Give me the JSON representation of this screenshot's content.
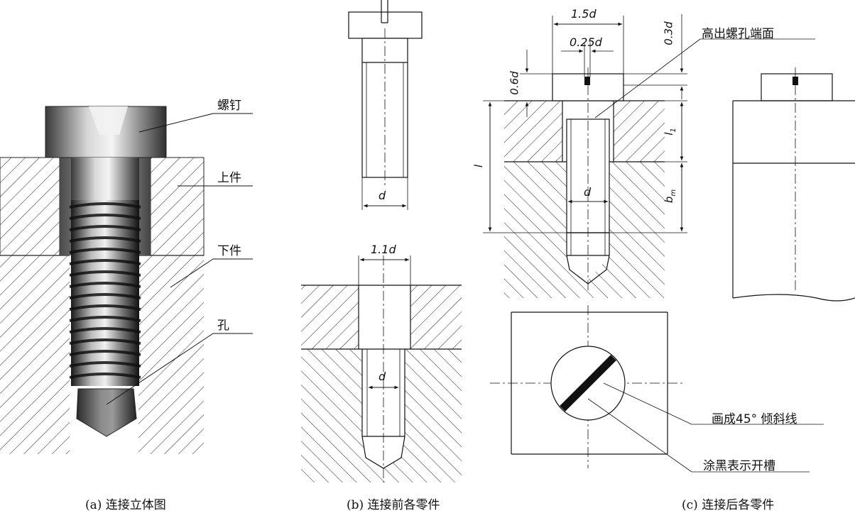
{
  "panel_a": {
    "caption": "(a) 连接立体图",
    "labels": {
      "screw": "螺钉",
      "upper_part": "上件",
      "lower_part": "下件",
      "hole": "孔"
    }
  },
  "panel_b": {
    "caption": "(b) 连接前各零件",
    "dims": {
      "screw_d": "d",
      "hole_1_1d": "1.1d",
      "hole_d": "d"
    }
  },
  "panel_c": {
    "caption": "(c) 连接后各零件",
    "dims": {
      "head_w": "1.5d",
      "slot_w": "0.25d",
      "slot_proj": "0.3d",
      "head_h": "0.6d",
      "l": "l",
      "l1": "l",
      "l1_sub": "1",
      "bm": "b",
      "bm_sub": "m",
      "d": "d"
    },
    "labels": {
      "above_face": "高出螺孔端面",
      "draw_45": "画成45° 倾斜线",
      "blacken": "涂黑表示开槽"
    }
  }
}
